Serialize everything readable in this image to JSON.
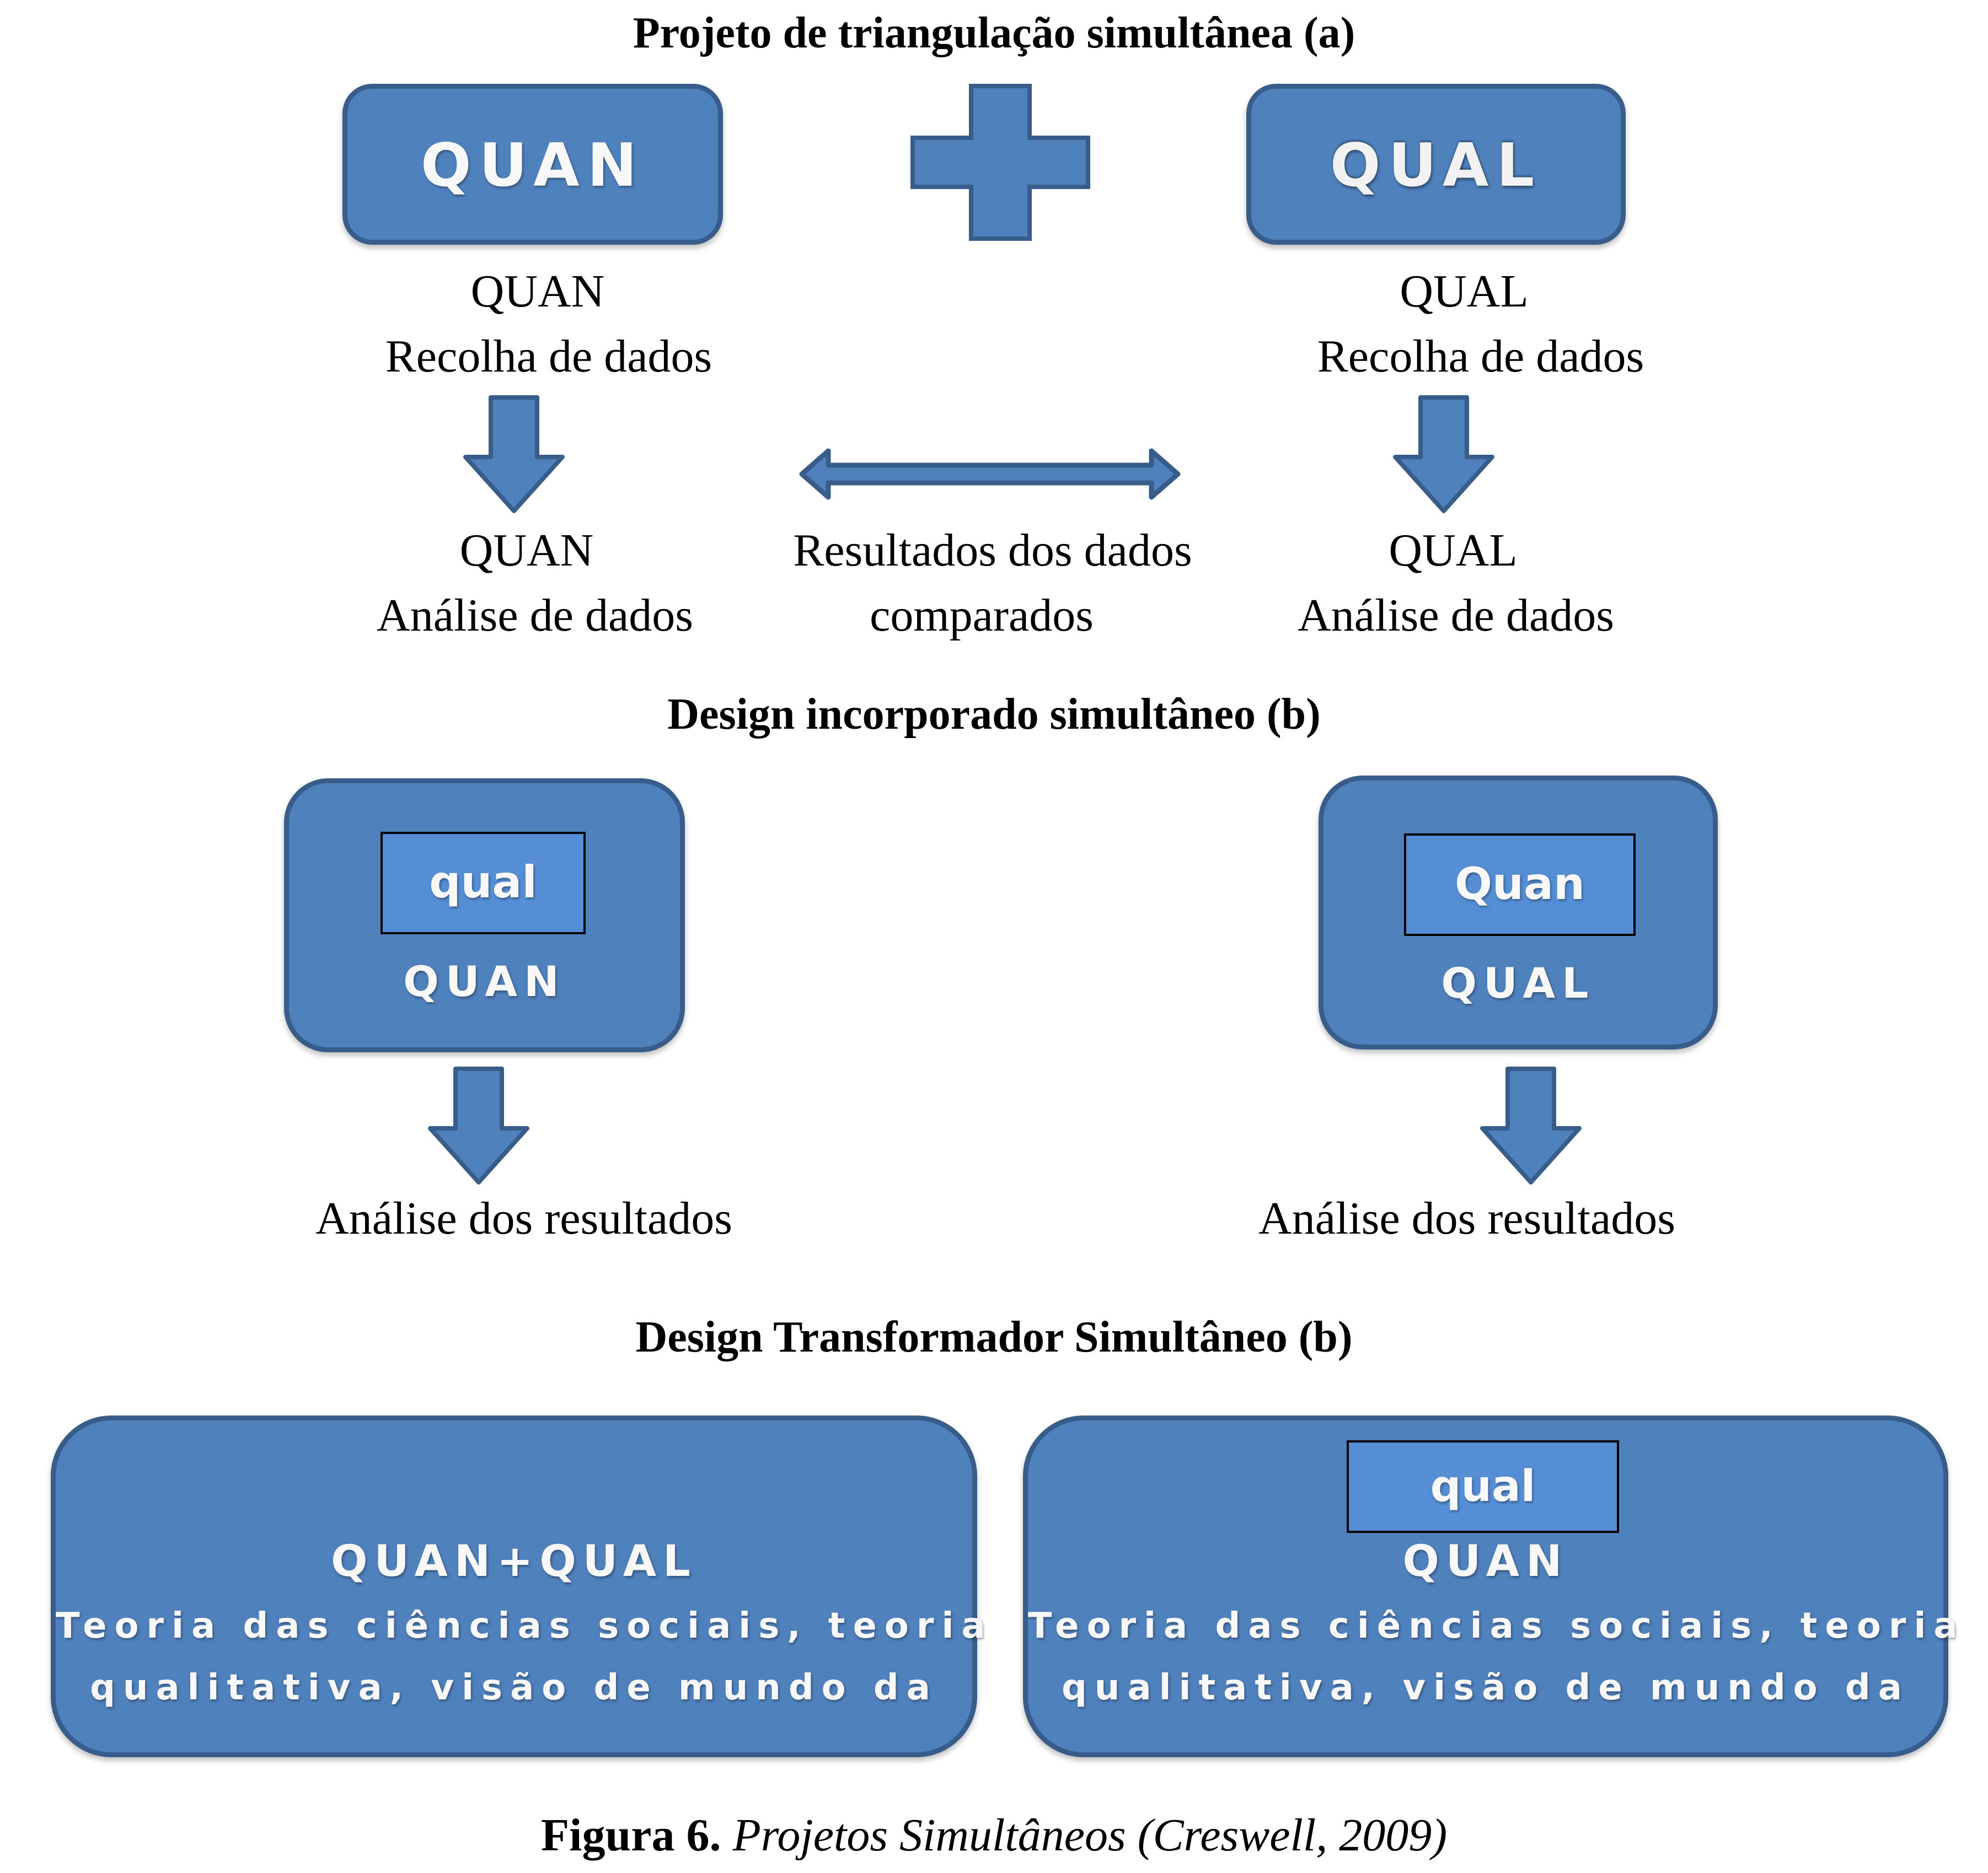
{
  "colors": {
    "shape_fill": "#4f81bd",
    "shape_border": "#385d8a",
    "inner_fill": "#558ed5",
    "text_on_shape": "#f8f8f8",
    "text": "#000000"
  },
  "section_a": {
    "title": "Projeto de triangulação simultânea (a)",
    "left_box": "QUAN",
    "plus_icon": "plus-icon",
    "right_box": "QUAL",
    "left_collect": [
      "QUAN",
      "Recolha de dados"
    ],
    "right_collect": [
      "QUAL",
      "Recolha de dados"
    ],
    "left_analysis": [
      "QUAN",
      "Análise de dados"
    ],
    "middle_result": [
      "Resultados dos dados",
      "comparados"
    ],
    "right_analysis": [
      "QUAL",
      "Análise de dados"
    ]
  },
  "section_b": {
    "title": "Design incorporado simultâneo (b)",
    "left_box": {
      "inner": "qual",
      "main": "QUAN"
    },
    "right_box": {
      "inner": "Quan",
      "main": "QUAL"
    },
    "left_result": "Análise dos resultados",
    "right_result": "Análise dos resultados"
  },
  "section_c": {
    "title": "Design Transformador Simultâneo (b)",
    "left_box": {
      "main": "QUAN+QUAL",
      "lines": [
        "Teoria das ciências sociais, teoria",
        "qualitativa, visão de mundo da"
      ]
    },
    "right_box": {
      "inner": "qual",
      "main": "QUAN",
      "lines": [
        "Teoria das ciências sociais, teoria",
        "qualitativa, visão de mundo da"
      ]
    }
  },
  "caption": {
    "label": "Figura 6.",
    "text": " Projetos Simultâneos (Creswell, 2009)"
  }
}
